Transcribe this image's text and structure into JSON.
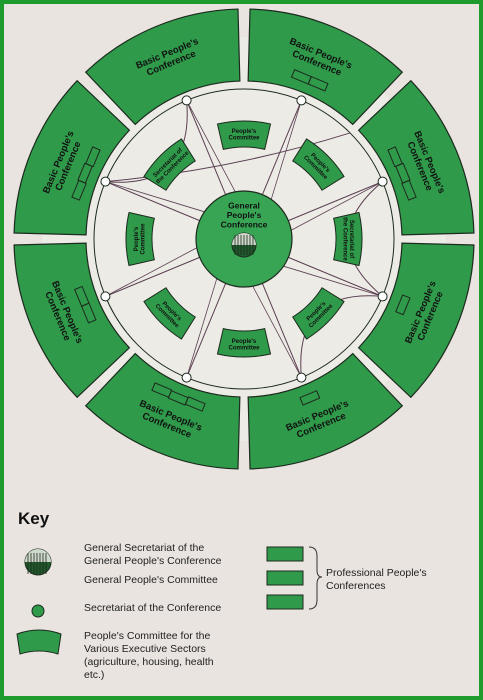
{
  "diagram": {
    "center_label": [
      "General",
      "People's",
      "Conference"
    ],
    "basic_conference_label": [
      "Basic People's",
      "Conference"
    ],
    "committee_label": [
      "People's",
      "Committee"
    ],
    "secretariat_label": [
      "Secretariat of",
      "the Conference"
    ],
    "colors": {
      "green": "#2f9a4a",
      "green_light": "#37a554",
      "line": "#5b3f52",
      "outline": "#1d2a1e",
      "paper": "#ecebe6"
    }
  },
  "key": {
    "title": "Key",
    "general_secretariat": "General Secretariat of the\nGeneral People's Conference",
    "general_committee": "General People's Committee",
    "secretariat": "Secretariat of the Conference",
    "executive_committee": "People's Committee for the\nVarious Executive Sectors\n(agriculture, housing, health\netc.)",
    "professional": "Professional People's\nConferences"
  }
}
